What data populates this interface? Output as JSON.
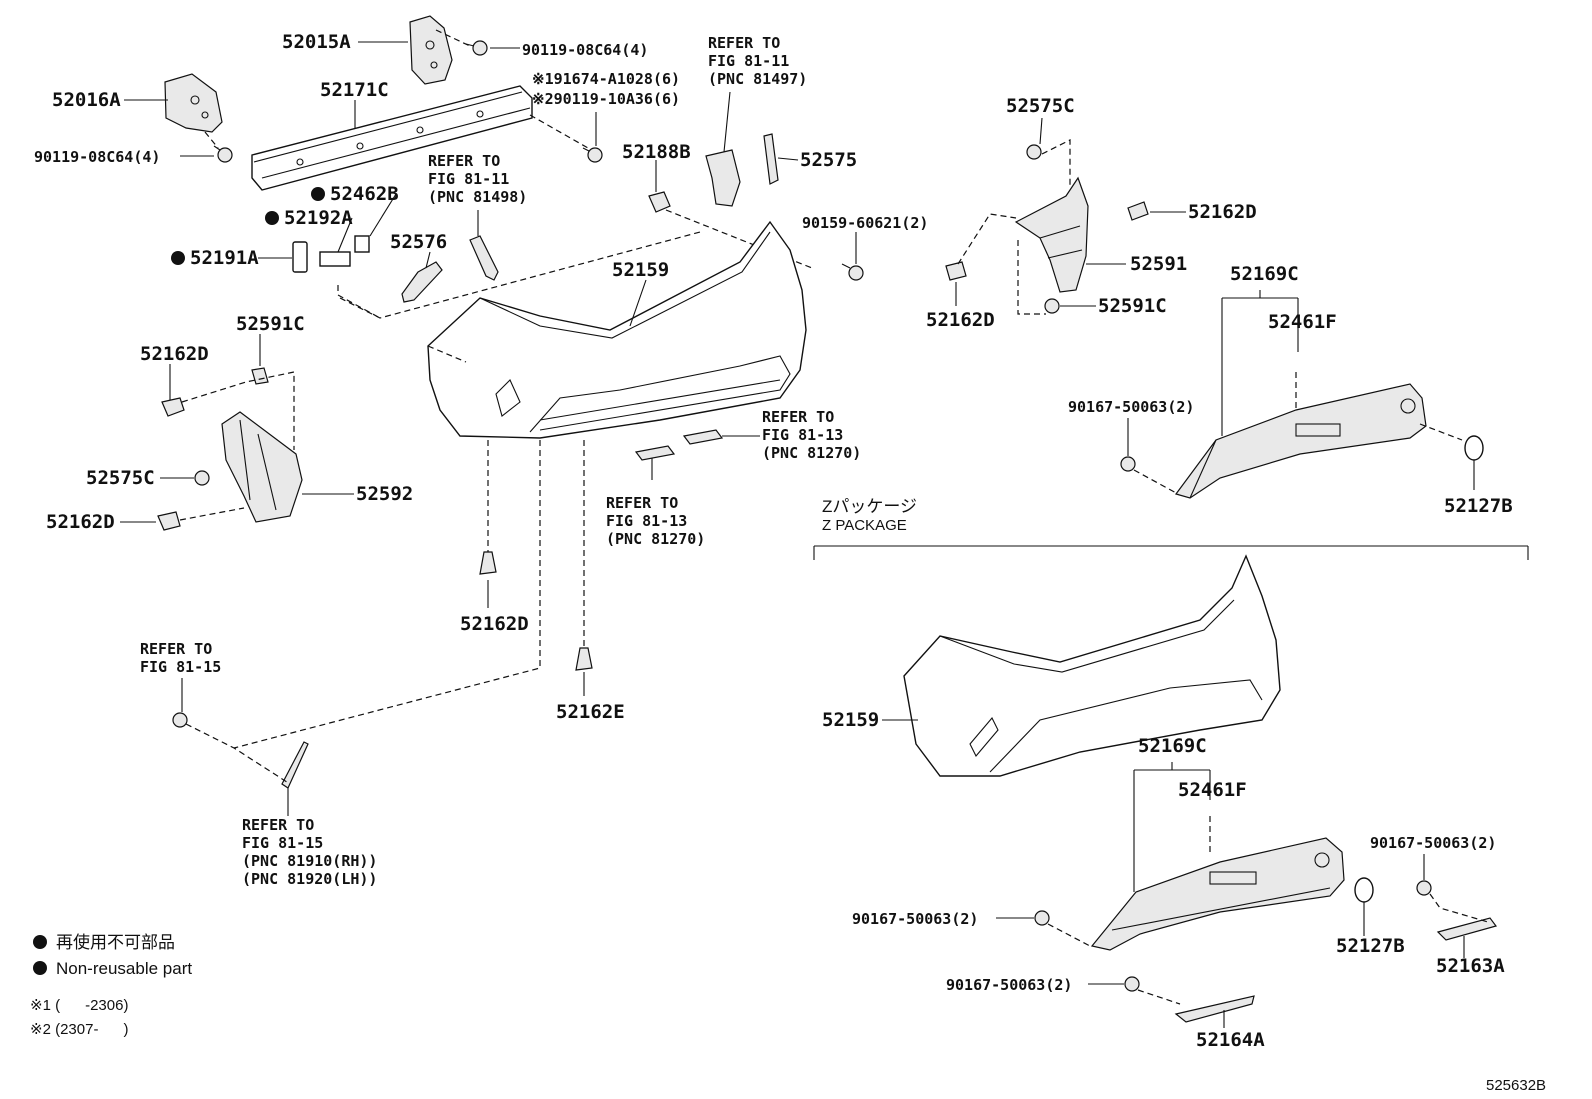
{
  "labels": {
    "p52015A": "52015A",
    "p90119_08C64_top": "90119-08C64(4)",
    "p52016A": "52016A",
    "p52171C": "52171C",
    "p191674": "※191674-A1028(6)",
    "p290119": "※290119-10A36(6)",
    "p90119_08C64_left": "90119-08C64(4)",
    "p52462B": "52462B",
    "p52192A": "52192A",
    "p52191A": "52191A",
    "p52576": "52576",
    "p52188B": "52188B",
    "p52575": "52575",
    "p52159_main": "52159",
    "p90159": "90159-60621(2)",
    "p52591C_left": "52591C",
    "p52162D_left1": "52162D",
    "p52575C_left": "52575C",
    "p52592": "52592",
    "p52162D_left2": "52162D",
    "p52162D_center": "52162D",
    "p52162E": "52162E",
    "p52575C_right": "52575C",
    "p52162D_right1": "52162D",
    "p52591": "52591",
    "p52162D_right2": "52162D",
    "p52591C_right": "52591C",
    "p52169C_top": "52169C",
    "p52461F_top": "52461F",
    "p90167_right1": "90167-50063(2)",
    "p52127B_top": "52127B",
    "p52159_z": "52159",
    "p52169C_bot": "52169C",
    "p52461F_bot": "52461F",
    "p90167_right2": "90167-50063(2)",
    "p90167_right3": "90167-50063(2)",
    "p90167_right4": "90167-50063(2)",
    "p52127B_bot": "52127B",
    "p52163A": "52163A",
    "p52164A": "52164A"
  },
  "refs": {
    "r1": [
      "REFER TO",
      "FIG 81-11",
      "(PNC 81497)"
    ],
    "r2": [
      "REFER TO",
      "FIG 81-11",
      "(PNC 81498)"
    ],
    "r3": [
      "REFER TO",
      "FIG 81-13",
      "(PNC 81270)"
    ],
    "r4": [
      "REFER TO",
      "FIG 81-13",
      "(PNC 81270)"
    ],
    "r5": [
      "REFER TO",
      "FIG 81-15"
    ],
    "r6": [
      "REFER TO",
      "FIG 81-15",
      "(PNC 81910(RH))",
      "(PNC 81920(LH))"
    ]
  },
  "zpackage": {
    "jp": "Zパッケージ",
    "en": "Z PACKAGE"
  },
  "legend": {
    "jp": "再使用不可部品",
    "en": "Non-reusable part",
    "note1": "※1 (      -2306)",
    "note2": "※2 (2307-      )"
  },
  "figure_id": "525632B"
}
